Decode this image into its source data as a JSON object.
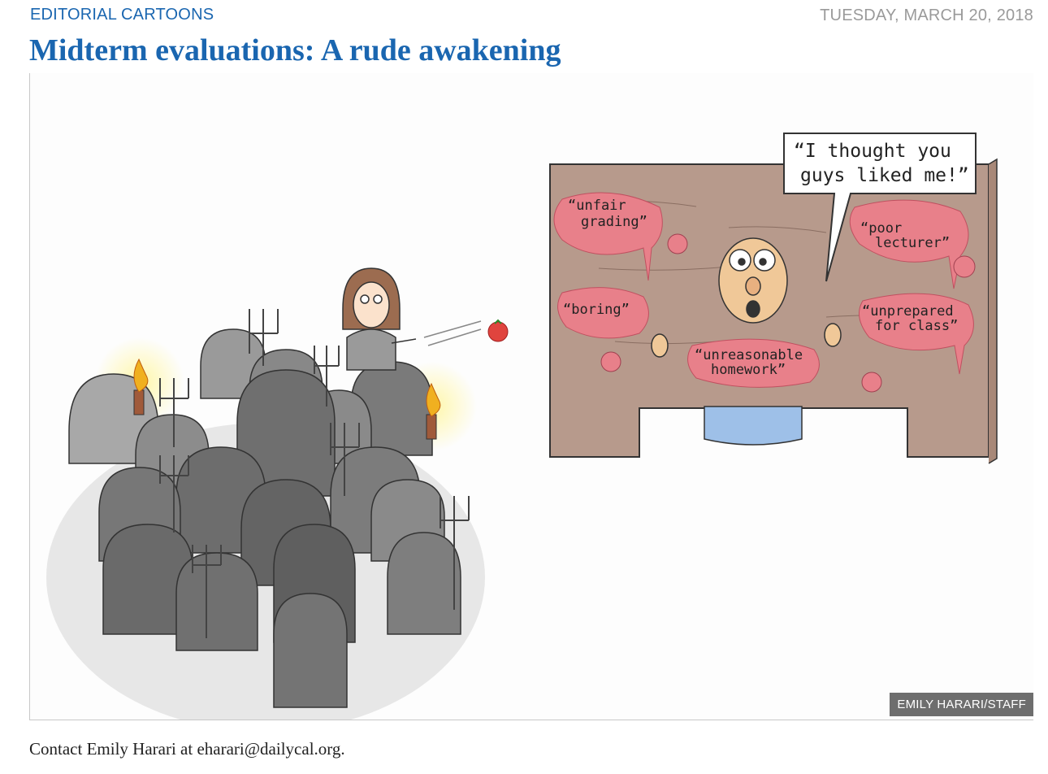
{
  "article": {
    "section": "EDITORIAL CARTOONS",
    "date": "TUESDAY, MARCH 20, 2018",
    "headline": "Midterm evaluations: A rude awakening",
    "credit": "EMILY HARARI/STAFF",
    "contact_prefix": "Contact Emily Harari at ",
    "contact_email": "eharari@dailycal.org."
  },
  "cartoon": {
    "speech_bubble_line1": "“I thought you",
    "speech_bubble_line2": "guys liked me!”",
    "splats": {
      "unfair_1": "“unfair",
      "unfair_2": "grading”",
      "poor_1": "“poor",
      "poor_2": "lecturer”",
      "boring": "“boring”",
      "unprepared_1": "“unprepared",
      "unprepared_2": "for class”",
      "homework_1": "“unreasonable",
      "homework_2": "homework”"
    },
    "colors": {
      "wood": "#b79a8c",
      "splat": "#e8808a",
      "tomato": "#e0443e",
      "crowd": "#8e8e8e",
      "flame": "#f0b020"
    }
  }
}
